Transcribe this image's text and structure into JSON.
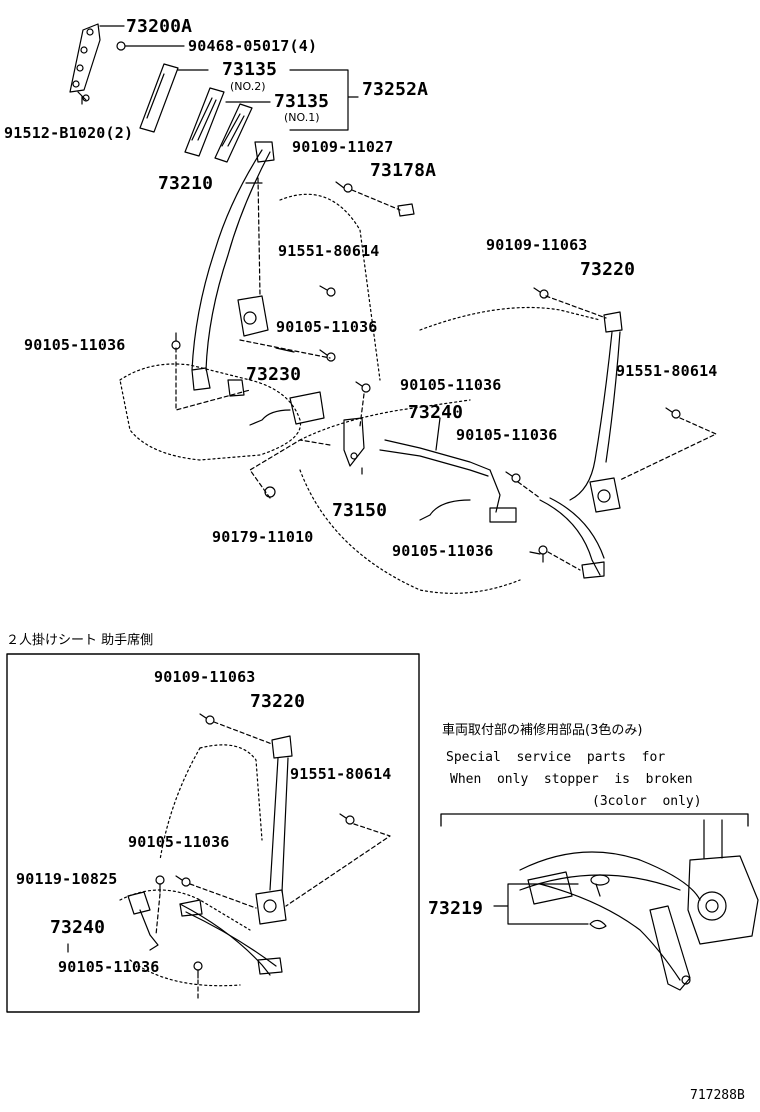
{
  "main_parts": {
    "p73200A": "73200A",
    "p90468": "90468-05017(4)",
    "p73135a": "73135",
    "no2": "(NO.2)",
    "p73135b": "73135",
    "no1": "(NO.1)",
    "p73252A": "73252A",
    "p91512": "91512-B1020(2)",
    "p90109_11027": "90109-11027",
    "p73178A": "73178A",
    "p73210": "73210",
    "p91551a": "91551-80614",
    "p90109_11063a": "90109-11063",
    "p73220a": "73220",
    "p90105_a": "90105-11036",
    "p90105_b": "90105-11036",
    "p91551b": "91551-80614",
    "p73230": "73230",
    "p90105_c": "90105-11036",
    "p73240a": "73240",
    "p90105_d": "90105-11036",
    "p73150": "73150",
    "p90179": "90179-11010",
    "p90105_e": "90105-11036"
  },
  "inset_left": {
    "title": "２人掛けシート 助手席側",
    "p90109_11063": "90109-11063",
    "p73220": "73220",
    "p91551": "91551-80614",
    "p90105_a": "90105-11036",
    "p90119": "90119-10825",
    "p73240": "73240",
    "p90105_b": "90105-11036"
  },
  "inset_right": {
    "title_jp": "車両取付部の補修用部品(3色のみ)",
    "line1": "Special  service  parts  for",
    "line2": "When  only  stopper  is  broken",
    "line3": "(3color  only)",
    "p73219": "73219"
  },
  "footer": {
    "ref": "717288B"
  }
}
